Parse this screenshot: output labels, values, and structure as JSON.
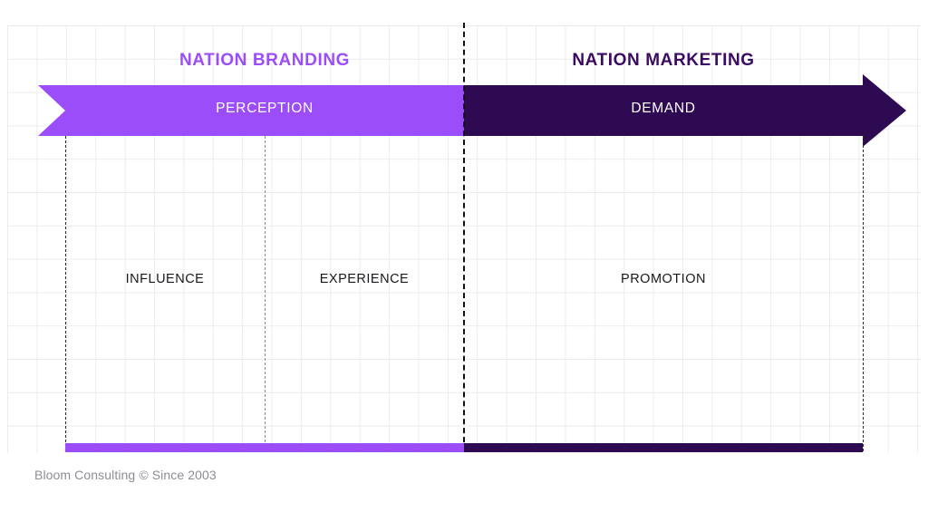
{
  "diagram": {
    "title_left": "NATION BRANDING",
    "title_right": "NATION MARKETING",
    "bar_label_left": "PERCEPTION",
    "bar_label_right": "DEMAND",
    "sub_labels": [
      {
        "id": "influence",
        "text": "INFLUENCE"
      },
      {
        "id": "experience",
        "text": "EXPERIENCE"
      },
      {
        "id": "promotion",
        "text": "PROMOTION"
      }
    ],
    "footer": "Bloom Consulting © Since 2003",
    "colors": {
      "brand_purple": "#9b4dfa",
      "brand_dark_purple": "#2e0a52",
      "heading_marketing": "#3b0a63",
      "label_text": "#ffffff",
      "sub_label_text": "#19181c",
      "footer_text": "#8c8c95",
      "grid_line": "#ececed",
      "dash_dark": "#111111",
      "dash_gray": "#8b8b92",
      "background": "#ffffff"
    }
  }
}
